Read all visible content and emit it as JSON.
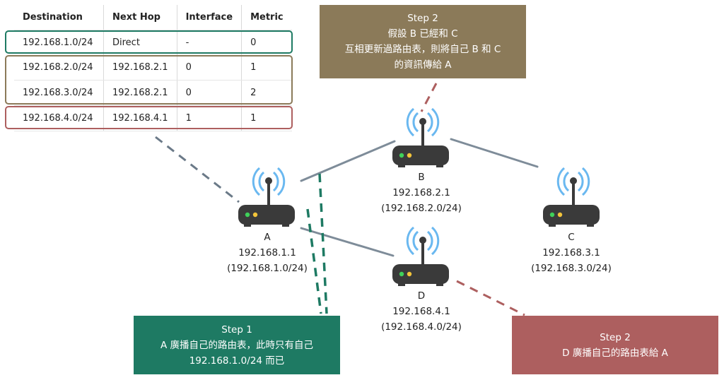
{
  "routing_table": {
    "headers": [
      "Destination",
      "Next Hop",
      "Interface",
      "Metric"
    ],
    "rows": [
      [
        "192.168.1.0/24",
        "Direct",
        "-",
        "0"
      ],
      [
        "192.168.2.0/24",
        "192.168.2.1",
        "0",
        "1"
      ],
      [
        "192.168.3.0/24",
        "192.168.2.1",
        "0",
        "2"
      ],
      [
        "192.168.4.0/24",
        "192.168.4.1",
        "1",
        "1"
      ]
    ]
  },
  "routers": {
    "A": {
      "name": "A",
      "ip": "192.168.1.1",
      "network": "(192.168.1.0/24)"
    },
    "B": {
      "name": "B",
      "ip": "192.168.2.1",
      "network": "(192.168.2.0/24)"
    },
    "C": {
      "name": "C",
      "ip": "192.168.3.1",
      "network": "(192.168.3.0/24)"
    },
    "D": {
      "name": "D",
      "ip": "192.168.4.1",
      "network": "(192.168.4.0/24)"
    }
  },
  "steps": {
    "step1": {
      "title": "Step 1",
      "line1": "A 廣播自己的路由表，此時只有自己",
      "line2": "192.168.1.0/24 而已"
    },
    "step2_top": {
      "title": "Step 2",
      "line1": "假設 B 已經和 C",
      "line2": "互相更新過路由表，則將自己 B 和 C",
      "line3": "的資訊傳給 A"
    },
    "step2_bottom": {
      "title": "Step 2",
      "line1": "D 廣播自己的路由表給 A"
    }
  },
  "colors": {
    "green": "#1e7a63",
    "brown": "#8b7a59",
    "red": "#ad5f5f",
    "link_gray": "#7e8c99",
    "router_body": "#3a3a3a",
    "wifi_blue": "#6ab8f0"
  }
}
